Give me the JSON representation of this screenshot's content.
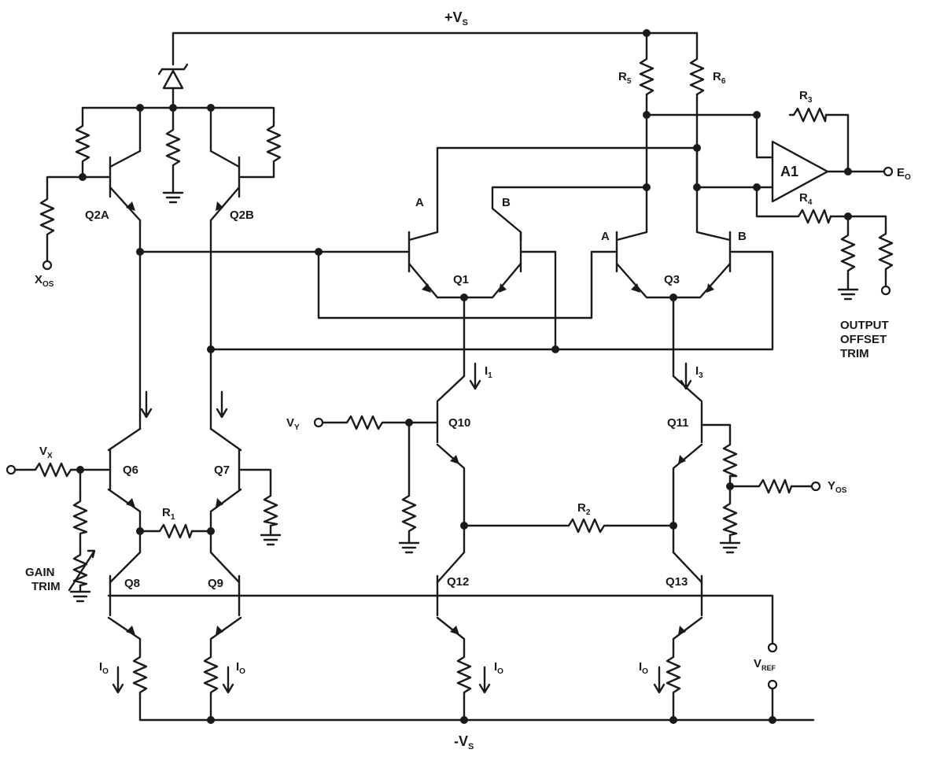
{
  "rails": {
    "positive": "+V",
    "positive_sub": "S",
    "negative": "-V",
    "negative_sub": "S"
  },
  "transistors": [
    "Q2A",
    "Q2B",
    "Q1",
    "Q3",
    "Q10",
    "Q11",
    "Q6",
    "Q7",
    "Q8",
    "Q9",
    "Q12",
    "Q13"
  ],
  "resistors": [
    {
      "name": "R",
      "sub": "1"
    },
    {
      "name": "R",
      "sub": "2"
    },
    {
      "name": "R",
      "sub": "3"
    },
    {
      "name": "R",
      "sub": "4"
    },
    {
      "name": "R",
      "sub": "5"
    },
    {
      "name": "R",
      "sub": "6"
    }
  ],
  "amplifier": "A1",
  "nodes": {
    "a": "A",
    "b": "B"
  },
  "terminals": {
    "xos": {
      "name": "X",
      "sub": "OS"
    },
    "vx": {
      "name": "V",
      "sub": "X"
    },
    "vy": {
      "name": "V",
      "sub": "Y"
    },
    "yos": {
      "name": "Y",
      "sub": "OS"
    },
    "eo": {
      "name": "E",
      "sub": "O"
    },
    "vref": {
      "name": "V",
      "sub": "REF"
    }
  },
  "currents": {
    "i1": {
      "name": "I",
      "sub": "1"
    },
    "i3": {
      "name": "I",
      "sub": "3"
    },
    "io": {
      "name": "I",
      "sub": "O"
    }
  },
  "trims": {
    "gain": [
      "GAIN",
      "TRIM"
    ],
    "output_offset": [
      "OUTPUT",
      "OFFSET",
      "TRIM"
    ]
  }
}
